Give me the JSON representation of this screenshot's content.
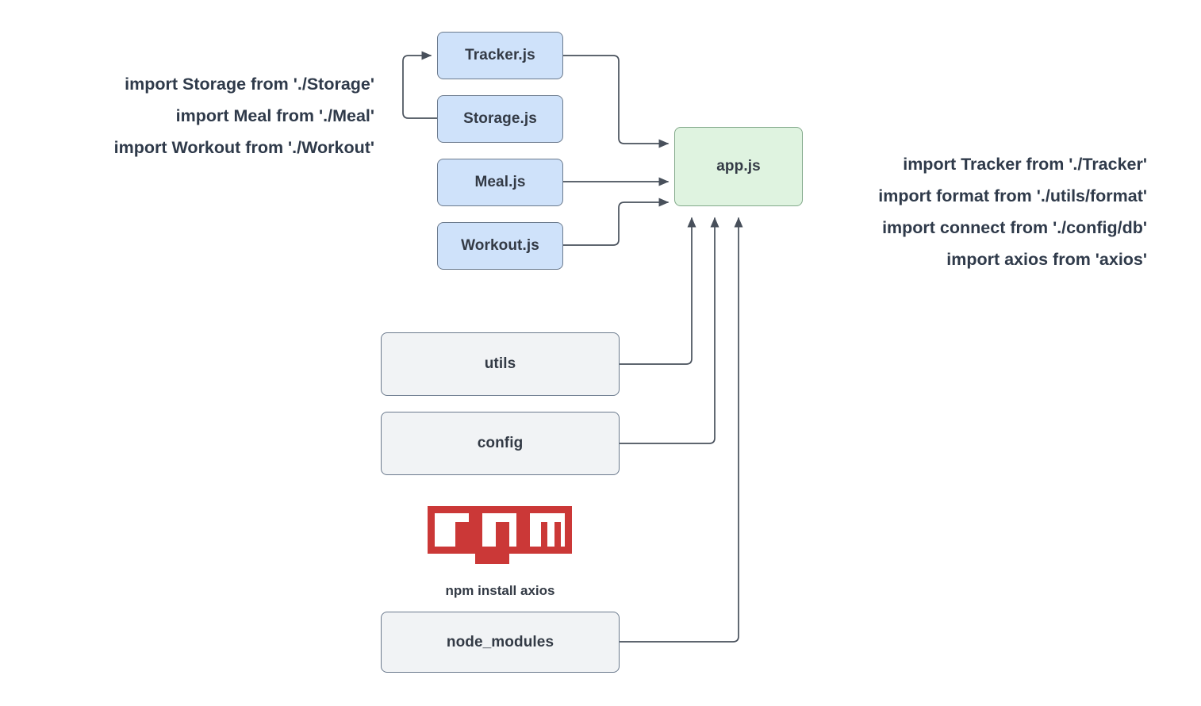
{
  "diagram": {
    "title": "JavaScript module import dependency diagram",
    "colors": {
      "blue_fill": "#cfe2fa",
      "green_fill": "#dff3e0",
      "gray_fill": "#f1f3f5",
      "border": "#6b7a8d",
      "green_border": "#82a98a",
      "text": "#333a45",
      "edge": "#48505b",
      "npm_red": "#cb3837"
    }
  },
  "nodes": {
    "tracker": {
      "label": "Tracker.js"
    },
    "storage": {
      "label": "Storage.js"
    },
    "meal": {
      "label": "Meal.js"
    },
    "workout": {
      "label": "Workout.js"
    },
    "app": {
      "label": "app.js"
    },
    "utils": {
      "label": "utils"
    },
    "config": {
      "label": "config"
    },
    "node_modules": {
      "label": "node_modules"
    }
  },
  "code_left": {
    "lines": [
      "import Storage from './Storage'",
      "import Meal from './Meal'",
      "import Workout from './Workout'"
    ]
  },
  "code_right": {
    "lines": [
      "import Tracker from './Tracker'",
      "import format from './utils/format'",
      "import connect from './config/db'",
      "import axios from 'axios'"
    ]
  },
  "npm": {
    "logo_alt": "npm-logo",
    "caption": "npm install axios"
  }
}
